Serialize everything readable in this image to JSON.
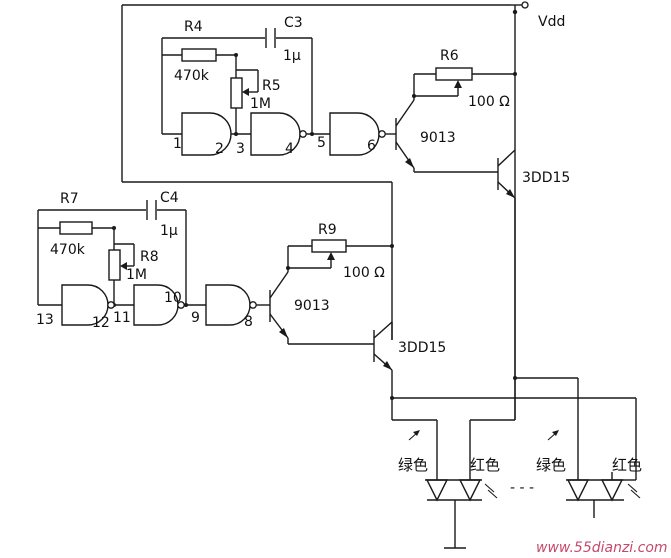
{
  "supply": {
    "label": "Vdd"
  },
  "osc1": {
    "resistor": "R4",
    "resistor_value": "470k",
    "pot": "R5",
    "pot_value": "1M",
    "cap": "C3",
    "cap_value": "1μ",
    "pins": [
      "1",
      "2",
      "3",
      "4",
      "5",
      "6"
    ]
  },
  "stage1": {
    "bias": "R6",
    "bias_value": "100 Ω",
    "driver": "9013",
    "power": "3DD15"
  },
  "osc2": {
    "resistor": "R7",
    "resistor_value": "470k",
    "pot": "R8",
    "pot_value": "1M",
    "cap": "C4",
    "cap_value": "1μ",
    "pins": [
      "13",
      "12",
      "11",
      "10",
      "9",
      "8"
    ]
  },
  "stage2": {
    "bias": "R9",
    "bias_value": "100 Ω",
    "driver": "9013",
    "power": "3DD15"
  },
  "leds": {
    "green": "绿色",
    "red": "红色",
    "ellipsis": "- - -"
  },
  "watermark": "www.55dianzi.com"
}
